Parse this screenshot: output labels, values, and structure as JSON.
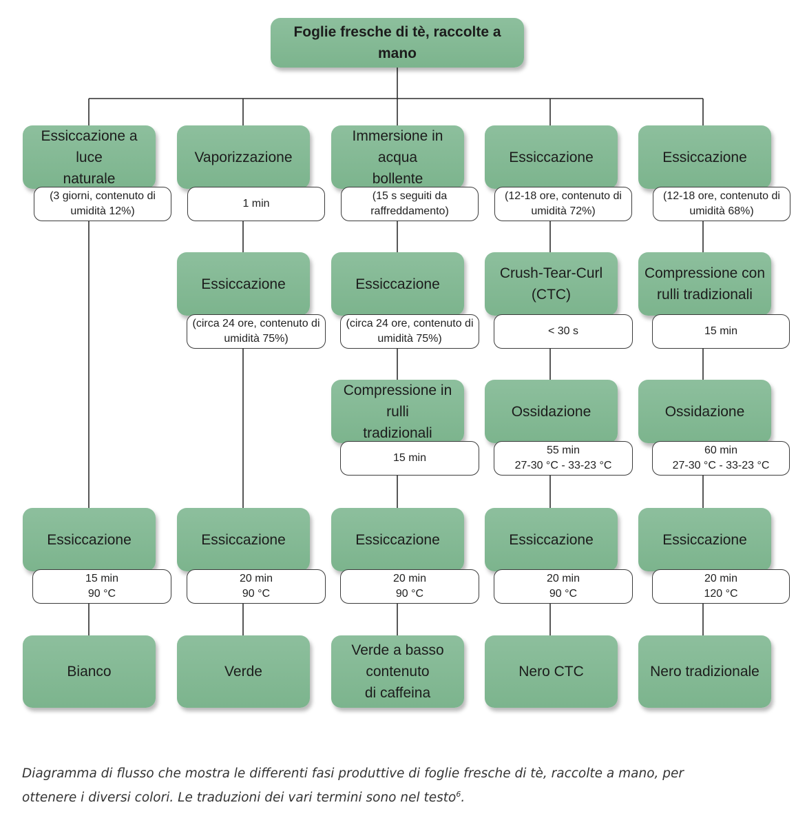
{
  "root": {
    "label": "Foglie fresche di tè, raccolte a mano"
  },
  "columns": [
    {
      "steps": [
        {
          "title": [
            "Essiccazione a luce",
            "naturale"
          ],
          "detail": [
            "(3 giorni, contenuto di",
            "umidità 12%)"
          ]
        },
        {
          "title": [
            "Essiccazione"
          ],
          "detail": [
            "15 min",
            "90 °C"
          ]
        }
      ],
      "result": [
        "Bianco"
      ]
    },
    {
      "steps": [
        {
          "title": [
            "Vaporizzazione"
          ],
          "detail": [
            "1 min"
          ]
        },
        {
          "title": [
            "Essiccazione"
          ],
          "detail": [
            "(circa 24 ore, contenuto di",
            "umidità 75%)"
          ]
        },
        {
          "title": [
            "Essiccazione"
          ],
          "detail": [
            "20 min",
            "90 °C"
          ]
        }
      ],
      "result": [
        "Verde"
      ]
    },
    {
      "steps": [
        {
          "title": [
            "Immersione in acqua",
            "bollente"
          ],
          "detail": [
            "(15 s seguiti da",
            "raffreddamento)"
          ]
        },
        {
          "title": [
            "Essiccazione"
          ],
          "detail": [
            "(circa 24 ore, contenuto di",
            "umidità 75%)"
          ]
        },
        {
          "title": [
            "Compressione in rulli",
            "tradizionali"
          ],
          "detail": [
            "15 min"
          ]
        },
        {
          "title": [
            "Essiccazione"
          ],
          "detail": [
            "20 min",
            "90 °C"
          ]
        }
      ],
      "result": [
        "Verde a basso",
        "contenuto",
        "di caffeina"
      ]
    },
    {
      "steps": [
        {
          "title": [
            "Essiccazione"
          ],
          "detail": [
            "(12-18 ore, contenuto di",
            "umidità 72%)"
          ]
        },
        {
          "title": [
            "Crush-Tear-Curl",
            "(CTC)"
          ],
          "detail": [
            "< 30 s"
          ]
        },
        {
          "title": [
            "Ossidazione"
          ],
          "detail": [
            "55 min",
            "27-30 °C - 33-23 °C"
          ]
        },
        {
          "title": [
            "Essiccazione"
          ],
          "detail": [
            "20 min",
            "90 °C"
          ]
        }
      ],
      "result": [
        "Nero CTC"
      ]
    },
    {
      "steps": [
        {
          "title": [
            "Essiccazione"
          ],
          "detail": [
            "(12-18 ore, contenuto di",
            "umidità 68%)"
          ]
        },
        {
          "title": [
            "Compressione con",
            "rulli tradizionali"
          ],
          "detail": [
            "15 min"
          ]
        },
        {
          "title": [
            "Ossidazione"
          ],
          "detail": [
            "60 min",
            "27-30 °C - 33-23 °C"
          ]
        },
        {
          "title": [
            "Essiccazione"
          ],
          "detail": [
            "20 min",
            "120 °C"
          ]
        }
      ],
      "result": [
        "Nero tradizionale"
      ]
    }
  ],
  "caption": {
    "line1": "Diagramma di flusso che mostra le differenti fasi produttive di foglie fresche di tè, raccolte a mano, per",
    "line2": "ottenere i diversi colori. Le traduzioni dei vari termini sono nel testo",
    "footnote": "6",
    "end": "."
  },
  "colors": {
    "box_green": "#86ba97",
    "line": "#2b2b2b",
    "caption": "#333333"
  }
}
